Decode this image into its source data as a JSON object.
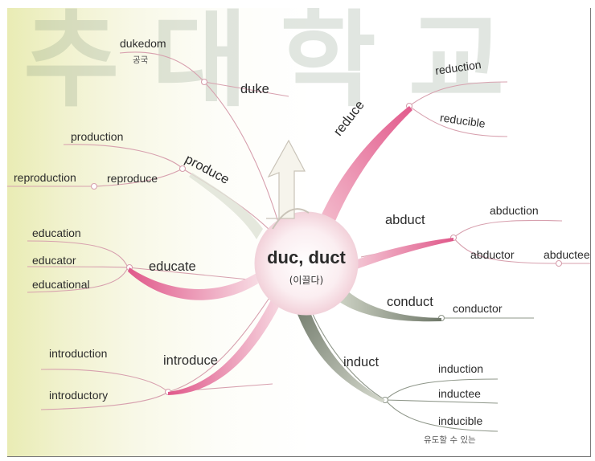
{
  "root": {
    "word": "duc, duct",
    "meaning": "(이끌다)"
  },
  "watermark": "추대학교",
  "branches": {
    "duke": {
      "label": "duke",
      "children": [
        "dukedom"
      ],
      "note": "공국"
    },
    "produce": {
      "label": "produce",
      "children": [
        "production",
        "reproduce"
      ],
      "grandchild": "reproduction"
    },
    "educate": {
      "label": "educate",
      "children": [
        "education",
        "educator",
        "educational"
      ]
    },
    "introduce": {
      "label": "introduce",
      "children": [
        "introduction",
        "introductory"
      ]
    },
    "reduce": {
      "label": "reduce",
      "children": [
        "reduction",
        "reducible"
      ]
    },
    "abduct": {
      "label": "abduct",
      "children": [
        "abduction",
        "abductor"
      ],
      "grandchild": "abductee"
    },
    "conduct": {
      "label": "conduct",
      "children": [
        "conductor"
      ]
    },
    "induct": {
      "label": "induct",
      "children": [
        "induction",
        "inductee",
        "inducible"
      ],
      "note": "유도할 수 있는"
    }
  },
  "colors": {
    "pink": "#e0558a",
    "gray": "#7f877a",
    "line": "#d9a2b0",
    "center": "#f4d5dc"
  }
}
